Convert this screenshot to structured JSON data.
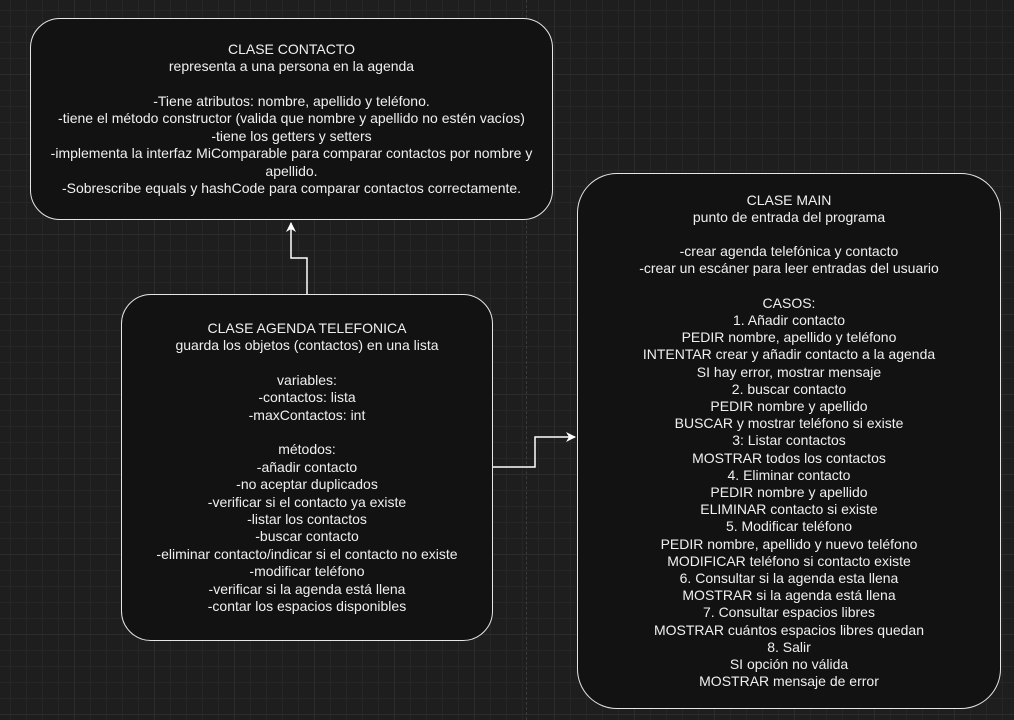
{
  "nodes": {
    "contacto": {
      "lines": [
        "CLASE CONTACTO",
        "representa a una persona en la agenda",
        "",
        "-Tiene atributos: nombre, apellido y teléfono.",
        "-tiene el método constructor (valida que nombre y apellido no estén vacíos)",
        "-tiene los getters y setters",
        "-implementa la interfaz MiComparable para comparar contactos por nombre y",
        "apellido.",
        "-Sobrescribe equals y hashCode para comparar contactos correctamente."
      ]
    },
    "agenda": {
      "lines": [
        "CLASE AGENDA TELEFONICA",
        "guarda los objetos (contactos) en una lista",
        "",
        "variables:",
        "-contactos: lista",
        "-maxContactos: int",
        "",
        "métodos:",
        "-añadir contacto",
        "-no aceptar duplicados",
        "-verificar si el contacto ya existe",
        "-listar los contactos",
        "-buscar contacto",
        "-eliminar contacto/indicar si el contacto no existe",
        "-modificar teléfono",
        "-verificar si la agenda está llena",
        "-contar los espacios disponibles"
      ]
    },
    "main": {
      "lines": [
        "CLASE MAIN",
        "punto de entrada del programa",
        "",
        "-crear agenda telefónica y contacto",
        "-crear un escáner para leer entradas del usuario",
        "",
        "CASOS:",
        "1. Añadir contacto",
        "PEDIR nombre, apellido y teléfono",
        "INTENTAR crear y añadir contacto a la agenda",
        "SI hay error, mostrar mensaje",
        "2. buscar contacto",
        "PEDIR nombre y apellido",
        "BUSCAR y mostrar teléfono si existe",
        "3: Listar contactos",
        "MOSTRAR todos los contactos",
        "4. Eliminar contacto",
        "PEDIR nombre y apellido",
        "ELIMINAR contacto si existe",
        "5. Modificar teléfono",
        "PEDIR nombre, apellido y nuevo teléfono",
        "MODIFICAR teléfono si contacto existe",
        "6. Consultar si la agenda esta llena",
        "MOSTRAR si la agenda está llena",
        "7. Consultar espacios libres",
        "MOSTRAR cuántos espacios libres quedan",
        "8. Salir",
        "SI opción no válida",
        "MOSTRAR mensaje de error"
      ]
    }
  },
  "edges": [
    {
      "from": "agenda",
      "to": "contacto"
    },
    {
      "from": "agenda",
      "to": "main"
    }
  ],
  "colors": {
    "background": "#1e1e1e",
    "node_fill": "#121212",
    "node_stroke": "#e6e6e6",
    "text": "#f0f0f0",
    "edge": "#ffffff"
  }
}
